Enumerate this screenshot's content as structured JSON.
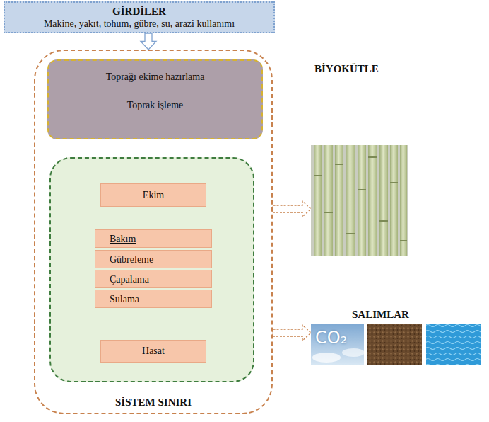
{
  "diagram": {
    "nodes": [
      {
        "text": [
          "GİRDİLER",
          "Makine, yakıt, tohum, gübre, su, arazi kullanımı"
        ]
      },
      {
        "text": [
          "SİSTEM SINIRI"
        ]
      },
      {
        "text": [
          "Toprağı ekime hazırlama",
          "Toprak işleme"
        ],
        "in": 1
      },
      {
        "text": [
          "Ekim"
        ],
        "in": 1
      },
      {
        "text": [
          "Bakım",
          "Gübreleme",
          "Çapalama",
          "Sulama"
        ],
        "in": 1
      },
      {
        "text": [
          "Hasat"
        ],
        "in": 1
      },
      {
        "text": [
          "BİYOKÜTLE"
        ]
      },
      {
        "text": [
          "SALIMLAR"
        ]
      }
    ],
    "edges": [
      {
        "from": 0,
        "to": 1,
        "arrow": "to"
      },
      {
        "from": 1,
        "to": 6,
        "arrow": "to"
      },
      {
        "from": 1,
        "to": 7,
        "arrow": "to"
      }
    ],
    "labels": [
      "CO₂"
    ]
  }
}
